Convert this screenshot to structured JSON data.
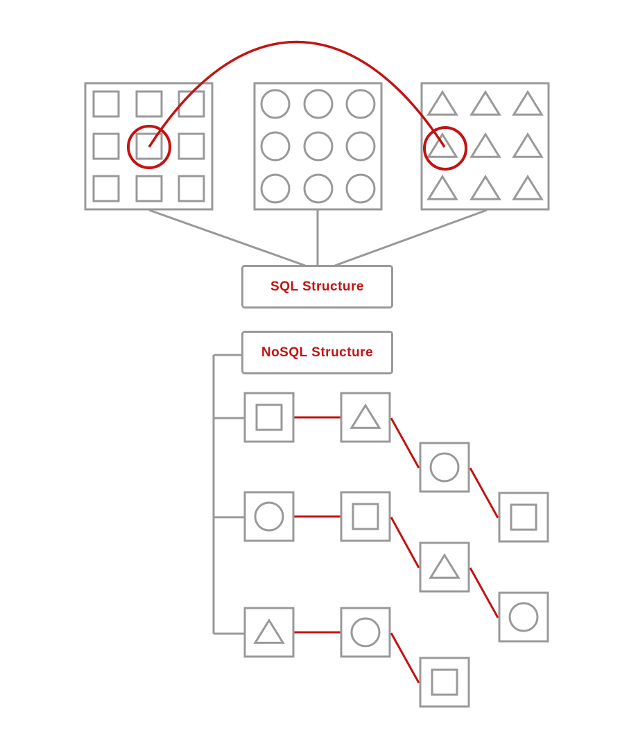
{
  "labels": {
    "sql": "SQL Structure",
    "nosql": "NoSQL Structure"
  },
  "colors": {
    "gray": "#999999",
    "red": "#c41212"
  },
  "sql_tables": [
    {
      "name": "squares-table",
      "shape": "square"
    },
    {
      "name": "circles-table",
      "shape": "circle"
    },
    {
      "name": "triangles-table",
      "shape": "triangle"
    }
  ],
  "sql_relation": {
    "from": "squares-table",
    "to": "triangles-table",
    "highlighted_cell": "middle"
  },
  "nosql_documents": [
    {
      "name": "document-1",
      "nodes": [
        "square",
        "triangle",
        "circle",
        "square"
      ]
    },
    {
      "name": "document-2",
      "nodes": [
        "circle",
        "square",
        "triangle",
        "circle"
      ]
    },
    {
      "name": "document-3",
      "nodes": [
        "triangle",
        "circle",
        "square"
      ]
    }
  ]
}
